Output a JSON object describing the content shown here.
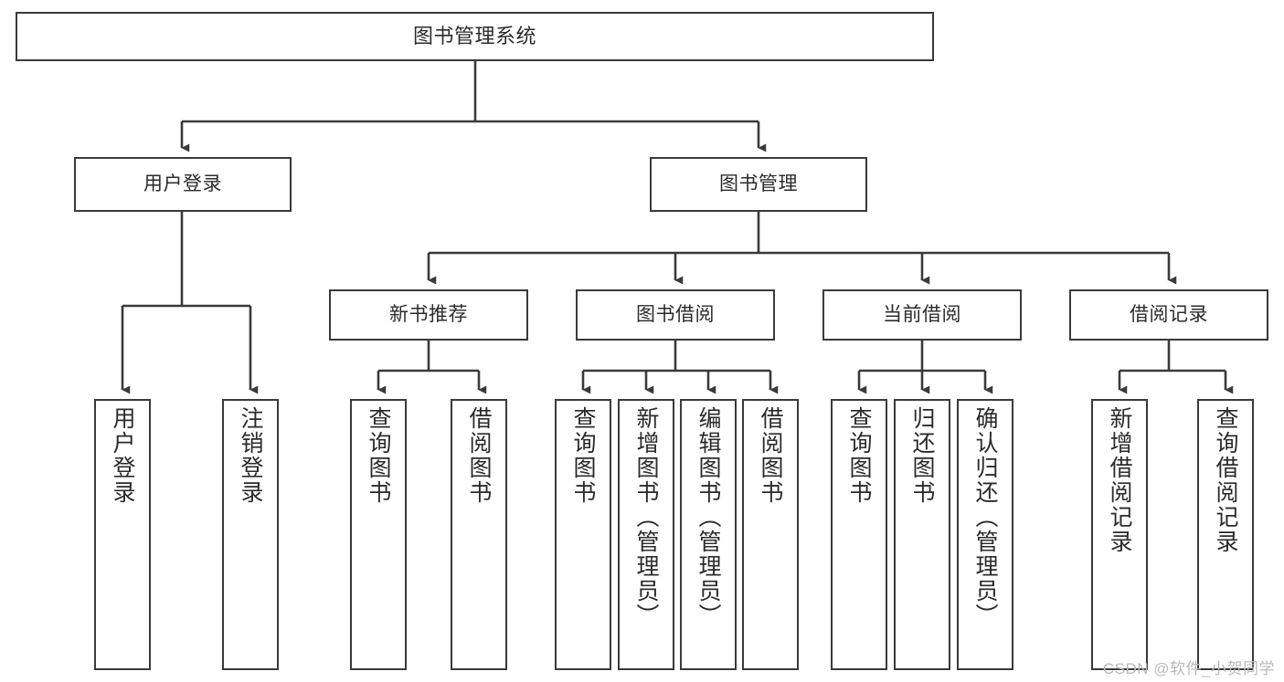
{
  "diagram": {
    "title": "图书管理系统",
    "type": "tree-hierarchy-chart",
    "watermark": "CSDN @软件_小贺同学",
    "colors": {
      "box_border": "#3a3a3a",
      "box_fill": "#ffffff",
      "connector": "#3a3a3a",
      "text": "#2b2b2b",
      "watermark": "#b9b9b9"
    },
    "nodes": {
      "root": {
        "label": "图书管理系统"
      },
      "level2": [
        {
          "id": "user-login",
          "label": "用户登录"
        },
        {
          "id": "book-manage",
          "label": "图书管理"
        }
      ],
      "level3": [
        {
          "id": "new-book-recommend",
          "label": "新书推荐"
        },
        {
          "id": "book-borrow",
          "label": "图书借阅"
        },
        {
          "id": "current-borrow",
          "label": "当前借阅"
        },
        {
          "id": "borrow-record",
          "label": "借阅记录"
        }
      ],
      "leaves": {
        "user-login": [
          {
            "id": "leaf-user-login",
            "label": "用户登录"
          },
          {
            "id": "leaf-user-logout",
            "label": "注销登录"
          }
        ],
        "new-book-recommend": [
          {
            "id": "leaf-query-book-1",
            "label": "查询图书"
          },
          {
            "id": "leaf-borrow-book-1",
            "label": "借阅图书"
          }
        ],
        "book-borrow": [
          {
            "id": "leaf-query-book-2",
            "label": "查询图书"
          },
          {
            "id": "leaf-add-book",
            "label": "新增图书（管理员）"
          },
          {
            "id": "leaf-edit-book",
            "label": "编辑图书（管理员）"
          },
          {
            "id": "leaf-borrow-book-2",
            "label": "借阅图书"
          }
        ],
        "current-borrow": [
          {
            "id": "leaf-query-book-3",
            "label": "查询图书"
          },
          {
            "id": "leaf-return-book",
            "label": "归还图书"
          },
          {
            "id": "leaf-confirm-return",
            "label": "确认归还（管理员）"
          }
        ],
        "borrow-record": [
          {
            "id": "leaf-add-record",
            "label": "新增借阅记录"
          },
          {
            "id": "leaf-query-record",
            "label": "查询借阅记录"
          }
        ]
      }
    }
  }
}
